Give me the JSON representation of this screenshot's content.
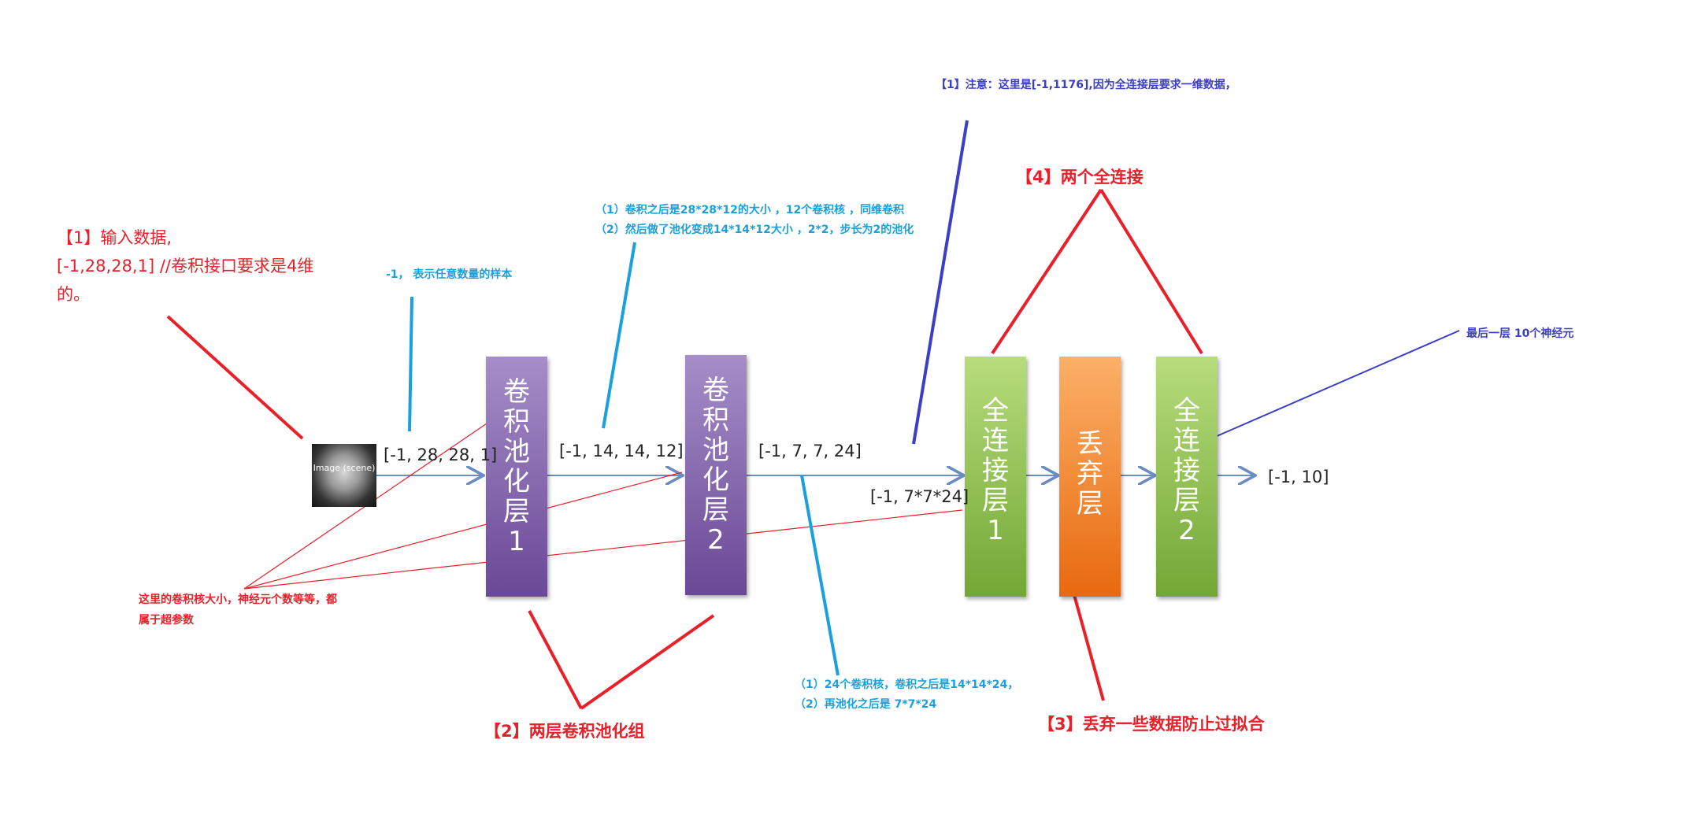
{
  "input_image": "Image (scene)",
  "shapes": {
    "input_shape": "[-1, 28, 28, 1]",
    "after_layer1": "[-1, 14, 14, 12]",
    "after_layer2": "[-1, 7, 7, 24]",
    "flatten": "[-1, 7*7*24]",
    "output": "[-1, 10]"
  },
  "layers": {
    "conv1": "卷\n积\n池\n化\n层\n1",
    "conv2": "卷\n积\n池\n化\n层\n2",
    "fc1": "全\n连\n接\n层\n1",
    "dropout": "丢\n弃\n层",
    "fc2": "全\n连\n接\n层\n2"
  },
  "annotations": {
    "input_line1": "【1】输入数据,",
    "input_line2": "[-1,28,28,1]  //卷积接口要求是4维",
    "input_line3": "的。",
    "minus_one_note": "-1， 表示任意数量的样本",
    "conv1_note_1": "（1）卷积之后是28*28*12的大小 ，12个卷积核 ，同维卷积",
    "conv1_note_2": "（2）然后做了池化变成14*14*12大小 ，2*2，步长为2的池化",
    "flatten_note": "【1】注意：这里是[-1,1176],因为全连接层要求一维数据，",
    "fc_title": "【4】两个全连接",
    "last_layer_note": "最后一层 10个神经元",
    "hyper_line1": "这里的卷积核大小，神经元个数等等，都",
    "hyper_line2": "属于超参数",
    "conv_group": "【2】两层卷积池化组",
    "conv2_note_1": "（1）24个卷积核，卷积之后是14*14*24，",
    "conv2_note_2": "（2）再池化之后是 7*7*24",
    "dropout_note": "【3】丢弃一些数据防止过拟合"
  },
  "colors": {
    "annotation_red": "#e8202a",
    "annotation_cyan": "#1aa0dc",
    "annotation_dark_blue": "#3b3fc4",
    "flow_arrow": "#6a8cc0",
    "conv_layer": "#8a6db5",
    "fc_layer": "#96c35a",
    "dropout_layer": "#f08a2e"
  }
}
